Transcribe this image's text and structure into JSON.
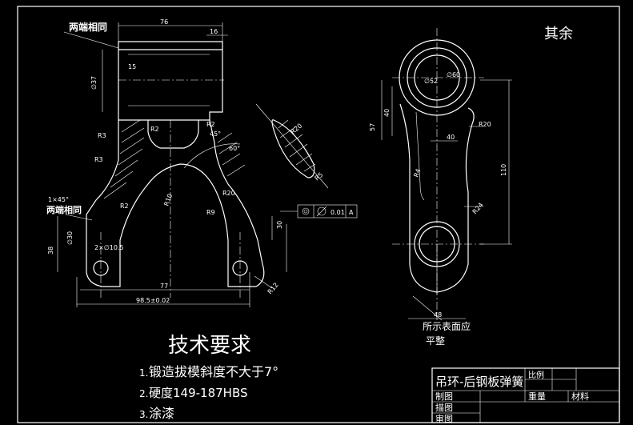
{
  "notes": {
    "rest_label": "其余",
    "both_ends_same_top": "两端相同",
    "both_ends_same_left": "两端相同",
    "surface_note_1": "所示表面应",
    "surface_note_2": "平整"
  },
  "dimensions": {
    "top_width": "76",
    "top_right": "16",
    "dia_left": "∅37",
    "len_15": "15",
    "r3a": "R3",
    "r2a": "R2",
    "r3b": "R3",
    "r2b": "R2",
    "r10": "R10",
    "r2c": "R2",
    "r20a": "R20",
    "r9": "R9",
    "angle45": "45°",
    "angle60": "60°",
    "chamfer": "1×45°",
    "len_38": "38",
    "hole_2x": "2×∅10.5",
    "dia_30": "∅30",
    "dim_30": "30",
    "dim_77": "77",
    "dim_98": "98.5±0.02",
    "r12": "R12",
    "r20b": "R20",
    "r5": "R5",
    "d52": "∅52",
    "d60": "∅60",
    "v57": "57",
    "v40": "40",
    "h40": "40",
    "r20c": "R20",
    "r4": "R4",
    "v110": "110",
    "r24": "R24",
    "h48": "48",
    "tol_value": "0.01",
    "tol_datum": "A"
  },
  "requirements": {
    "heading": "技术要求",
    "items": [
      {
        "num": "1.",
        "text": "锻造拔模斜度不大于7°"
      },
      {
        "num": "2.",
        "text": "硬度149-187HBS"
      },
      {
        "num": "3.",
        "text": "涂漆"
      }
    ]
  },
  "title_block": {
    "part_name": "吊环-后钢板弹簧",
    "ratio_label": "比例",
    "weight_label": "重量",
    "material_label": "材料",
    "drawn_by": "制图",
    "traced_by": "描图",
    "checked_by": "审图"
  }
}
